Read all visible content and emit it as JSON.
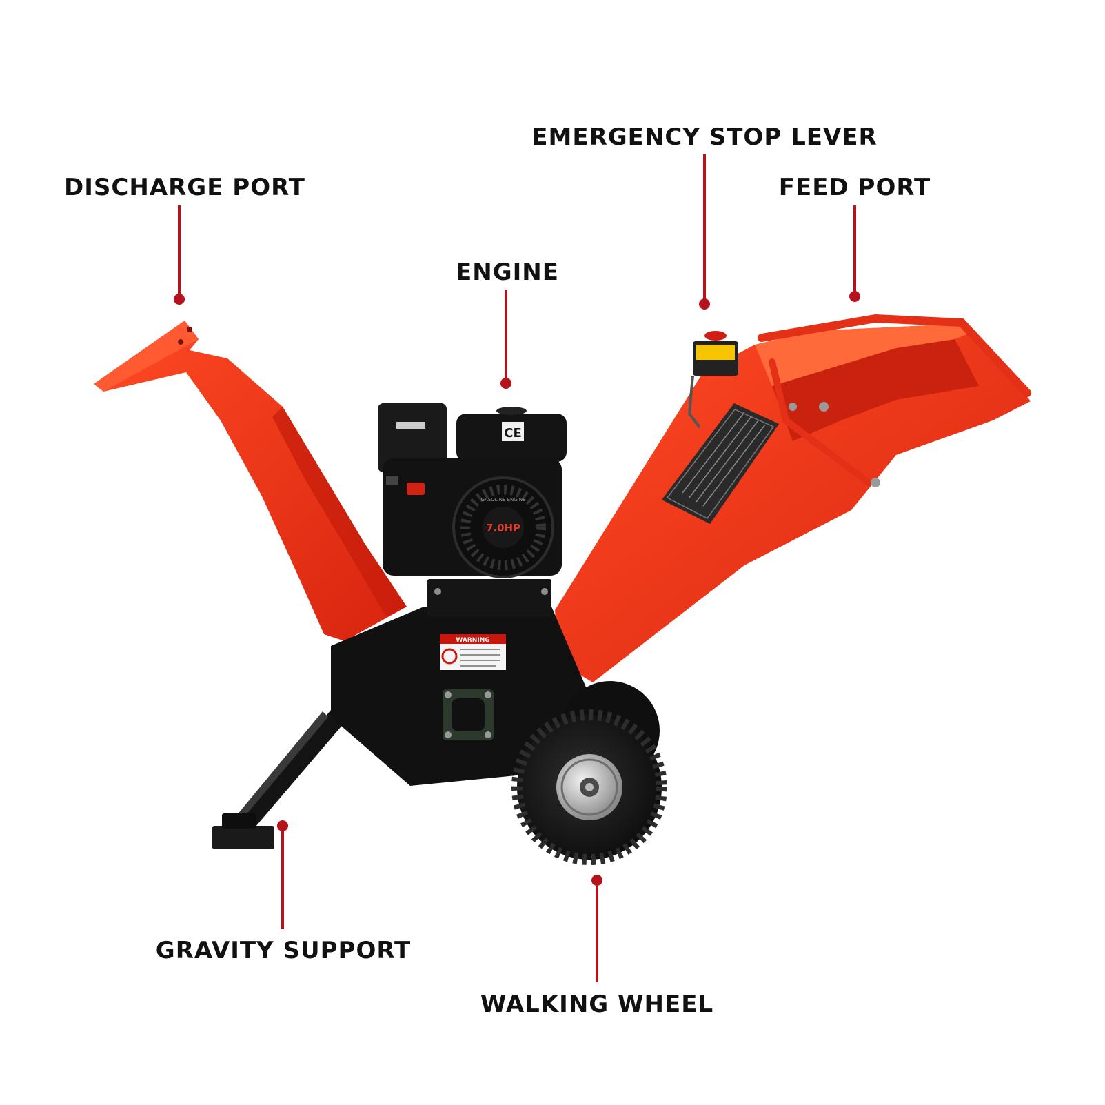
{
  "accent_color": "#b5121b",
  "body_color": "#e8331a",
  "callouts": {
    "discharge_port": "DISCHARGE PORT",
    "emergency_stop_lever": "EMERGENCY STOP LEVER",
    "feed_port": "FEED PORT",
    "engine": "ENGINE",
    "gravity_support": "GRAVITY SUPPORT",
    "walking_wheel": "WALKING WHEEL"
  },
  "engine": {
    "badge": "CE",
    "power": "7.0HP",
    "housing_text": "GASOLINE ENGINE"
  },
  "labels": {
    "warning": "WARNING"
  }
}
